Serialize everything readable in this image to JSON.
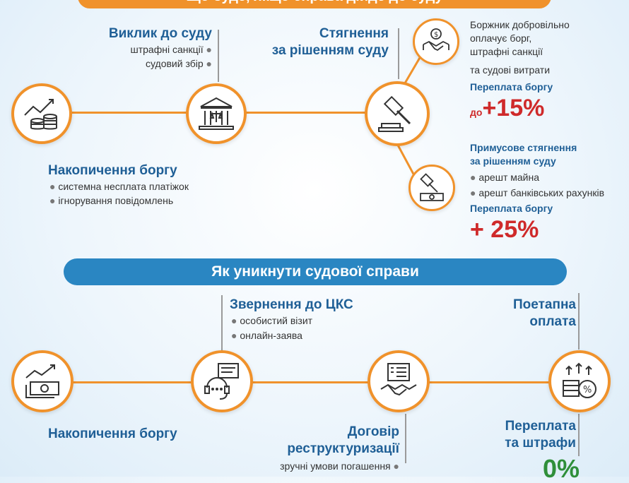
{
  "top_section": {
    "banner_title": "Що буде, якщо справа дійде до суду",
    "call_to_court": {
      "title": "Виклик до суду",
      "items": [
        "штрафні санкції",
        "судовий збір"
      ]
    },
    "recovery": {
      "title_line1": "Стягнення",
      "title_line2": "за рішенням суду"
    },
    "debt_accumulation": {
      "title": "Накопичення боргу",
      "items": [
        "системна несплата платіжок",
        "ігнорування повідомлень"
      ]
    },
    "voluntary": {
      "lines": [
        "Боржник добровільно",
        "оплачує борг,",
        "штрафні санкції",
        "та судові витрати"
      ],
      "overpay_label": "Переплата боргу",
      "overpay_prefix": "до",
      "overpay_value": "+15%"
    },
    "forced": {
      "title_line1": "Примусове стягнення",
      "title_line2": "за рішенням суду",
      "items": [
        "арешт майна",
        "арешт банківських рахунків"
      ],
      "overpay_label": "Переплата боргу",
      "overpay_value": "+ 25%"
    }
  },
  "bottom_section": {
    "banner_title": "Як уникнути судової справи",
    "contact": {
      "title": "Звернення до ЦКС",
      "items": [
        "особистий візит",
        "онлайн-заява"
      ]
    },
    "staged": {
      "title_line1": "Поетапна",
      "title_line2": "оплата"
    },
    "debt_accumulation": {
      "title": "Накопичення боргу"
    },
    "restructuring": {
      "title_line1": "Договір",
      "title_line2": "реструктуризації",
      "items": [
        "зручні умови погашення"
      ]
    },
    "overpay": {
      "title_line1": "Переплата",
      "title_line2": "та штрафи",
      "value": "0%"
    }
  },
  "colors": {
    "orange": "#f0922b",
    "blue": "#2a86c2",
    "title_blue": "#1f5f96",
    "red": "#cf2a2a",
    "green": "#2f8f3a"
  },
  "icons": [
    "coins-growth-icon",
    "courthouse-icon",
    "gavel-icon",
    "handshake-money-icon",
    "gavel-money-icon",
    "cash-growth-icon",
    "headset-chat-icon",
    "contract-handshake-icon",
    "coins-percent-icon"
  ]
}
